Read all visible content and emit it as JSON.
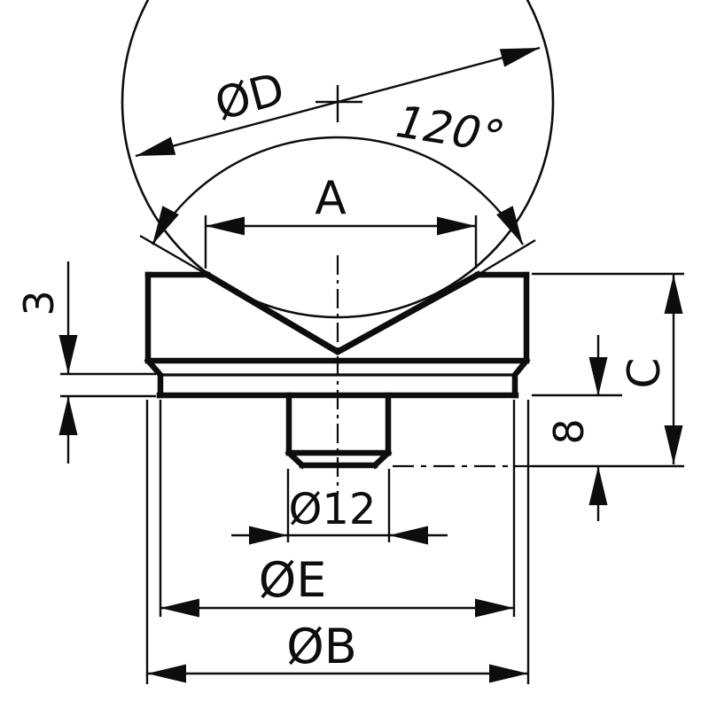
{
  "drawing": {
    "background": "#ffffff",
    "ink": "#0d0d0d",
    "type": "dimensioned part drawing",
    "labels": {
      "sphere_diameter": "ØD",
      "seat_angle": "120°",
      "seat_opening_width": "A",
      "collar_height": "3",
      "stud_diameter": "Ø12",
      "collar_diameter": "ØE",
      "body_diameter": "ØB",
      "overall_height": "C",
      "stud_length": "8"
    }
  }
}
